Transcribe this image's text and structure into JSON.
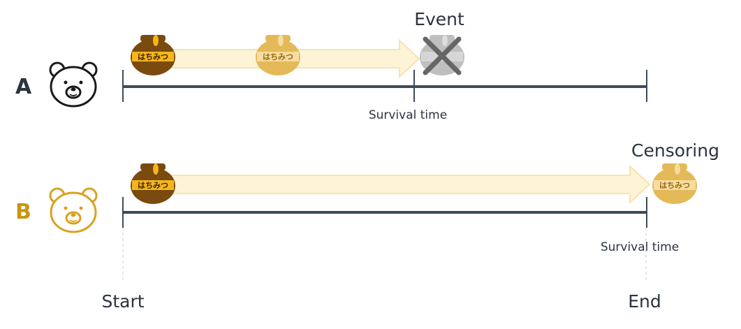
{
  "rows": [
    {
      "id": "A",
      "label": "A",
      "label_color": "#2b3340",
      "bear_color": "#1a1a1a",
      "end_marker": "Event",
      "duration_label": "Survival time"
    },
    {
      "id": "B",
      "label": "B",
      "label_color": "#c9950f",
      "bear_color": "#d9a21e",
      "end_marker": "Censoring",
      "duration_label": "Survival time"
    }
  ],
  "axis": {
    "start_label": "Start",
    "end_label": "End"
  },
  "pot_label": "はちみつ",
  "colors": {
    "timeline": "#3d4a5c",
    "arrow_fill": "#fdf3d6",
    "arrow_stroke": "#f6e3ae",
    "pot_full": "#7a4a0e",
    "pot_half": "#e4b957",
    "pot_band": "#f5b61b",
    "pot_gone": "#bfbfbf",
    "cross": "#666666",
    "guide": "#cccccc"
  },
  "icons": [
    "bear-face-icon",
    "honey-pot-icon",
    "cross-mark-icon",
    "block-arrow-icon"
  ]
}
